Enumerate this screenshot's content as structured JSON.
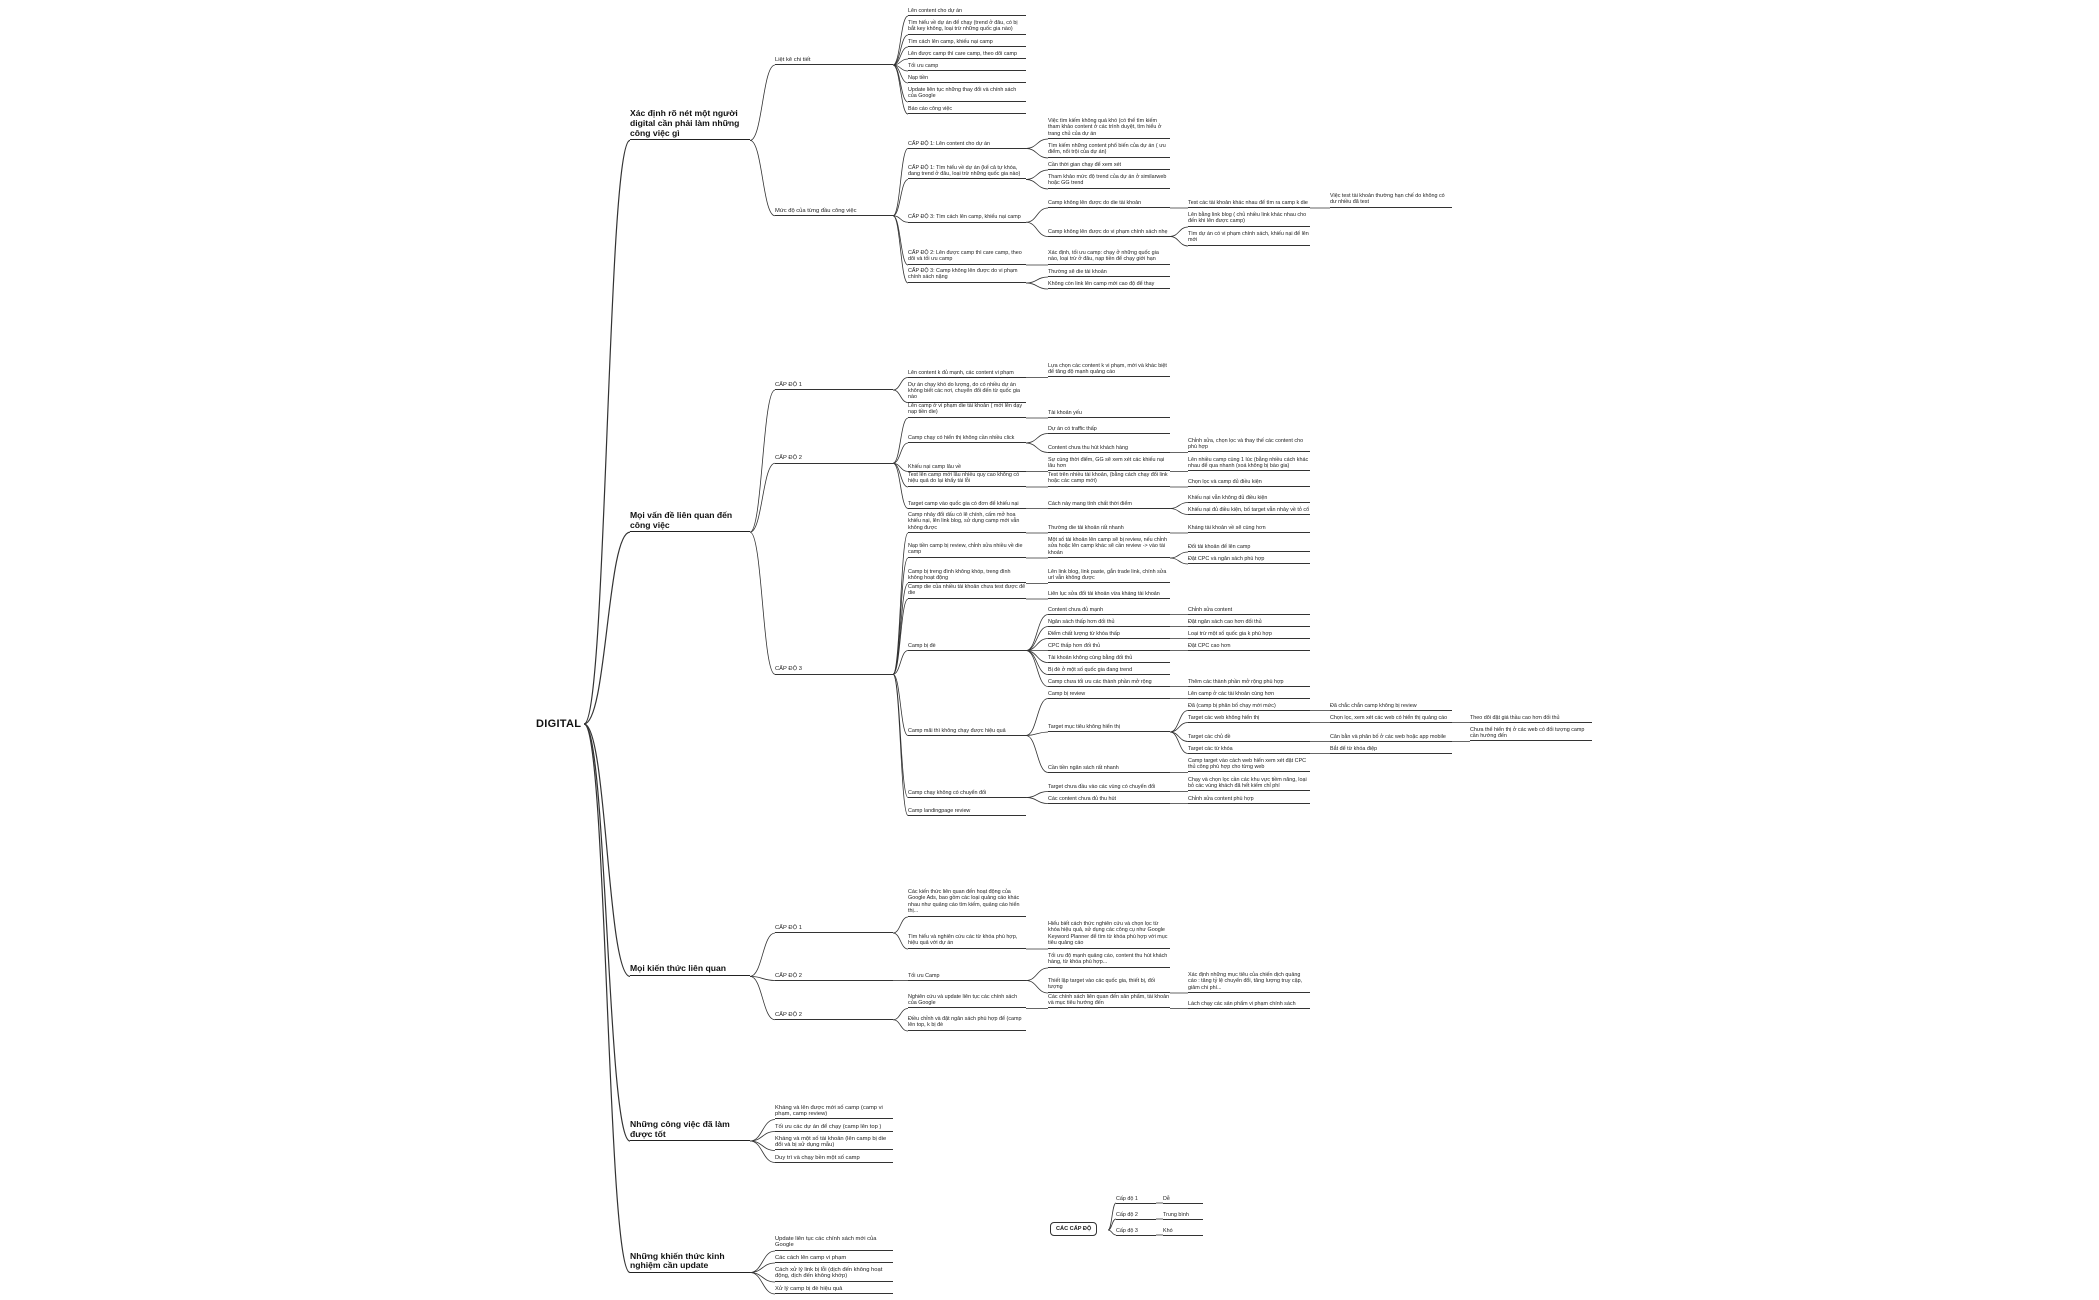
{
  "root": "DIGITAL",
  "legend": {
    "root": "CÁC CẤP ĐỘ",
    "items": [
      {
        "label": "Cấp độ 1",
        "value": "Dễ"
      },
      {
        "label": "Cấp độ 2",
        "value": "Trung bình"
      },
      {
        "label": "Cấp độ 3",
        "value": "Khó"
      }
    ]
  },
  "tree": [
    {
      "t": "Xác định rõ nét một người digital cần phải làm những công việc gì",
      "c": [
        {
          "t": "Liệt kê chi tiết",
          "c": [
            {
              "t": "Lên content cho dự án"
            },
            {
              "t": "Tìm hiểu về dự án để chạy (trend ở đâu, có bị bắt key không, loại trừ những quốc gia nào)"
            },
            {
              "t": "Tìm cách lên camp, khiếu nại camp"
            },
            {
              "t": "Lên được camp thì care camp, theo dõi camp"
            },
            {
              "t": "Tối ưu camp"
            },
            {
              "t": "Nạp tiền"
            },
            {
              "t": "Update liên tục những thay đổi và chính sách của Google"
            },
            {
              "t": "Báo cáo công việc"
            }
          ]
        },
        {
          "t": "Mức độ của từng đầu công việc",
          "c": [
            {
              "t": "CẤP ĐỘ 1: Lên content cho dự án",
              "c": [
                {
                  "t": "Việc tìm kiếm không quá khó (có thể tìm kiếm tham khảo content ở các trình duyệt, tìm hiểu ở trang chủ của dự án"
                },
                {
                  "t": "Tìm kiếm những content phổ biến của dự án ( ưu điểm, nổi trội của dự án)"
                }
              ]
            },
            {
              "t": "CẤP ĐỘ 1: Tìm hiểu về dự án (kể cả tự khóa, đang trend ở đâu, loại trừ những quốc gia nào)",
              "c": [
                {
                  "t": "Cần thời gian chạy để xem xét"
                },
                {
                  "t": "Tham khảo mức độ trend của dự án ở similarweb hoặc GG trend"
                }
              ]
            },
            {
              "t": "CẤP ĐỘ 3: Tìm cách lên camp, khiếu nại camp",
              "c": [
                {
                  "t": "Camp không lên được do die tài khoản",
                  "c": [
                    {
                      "t": "Test các tài khoản khác nhau để tìm ra camp k die",
                      "c": [
                        {
                          "t": "Việc test tài khoản thường hạn chế do không có dư nhiều đã test"
                        }
                      ]
                    }
                  ]
                },
                {
                  "t": "Camp không lên được do vi phạm chính sách nhẹ",
                  "c": [
                    {
                      "t": "Lên bằng link blog ( chủ nhiều link khác nhau cho đến khi lên được camp)"
                    },
                    {
                      "t": "Tìm dự án có vi phạm chính sách, khiếu nại để lên mới"
                    }
                  ]
                }
              ]
            },
            {
              "t": "CẤP ĐỘ 2: Lên được camp thì care camp, theo dõi và tối ưu camp",
              "c": [
                {
                  "t": "Xác định, tối ưu camp: chạy ở những quốc gia nào, loại trừ ở đâu, nạp tiền để chạy giới hạn"
                }
              ]
            },
            {
              "t": "CẤP ĐỘ 3: Camp không lên được do vi phạm chính sách nặng",
              "c": [
                {
                  "t": "Thường sẽ die tài khoản"
                },
                {
                  "t": "Không còn link lên camp mới cao độ để thay"
                }
              ]
            }
          ]
        }
      ]
    },
    {
      "t": "Mọi vấn đề liên quan đến công việc",
      "c": [
        {
          "t": "CẤP ĐỘ 1",
          "c": [
            {
              "t": "Lên content k đủ mạnh, các content vi phạm",
              "c": [
                {
                  "t": "Lựa chọn các content k vi phạm, mới và khác biệt để tăng độ mạnh quảng cáo"
                }
              ]
            },
            {
              "t": "Dự án chạy khó do lượng, do có nhiều dự án không biết các nơi, chuyển đổi đến từ quốc gia nào"
            }
          ]
        },
        {
          "t": "CẤP ĐỘ 2",
          "c": [
            {
              "t": "Lên camp ở vi phạm die tài khoản ( mới lên dạy nạp tiền die)",
              "c": [
                {
                  "t": "Tài khoản yếu"
                }
              ]
            },
            {
              "t": "Camp chạy có hiển thị không cần nhiều click",
              "c": [
                {
                  "t": "Dự án có traffic thấp"
                },
                {
                  "t": "Content chưa thu hút khách hàng",
                  "c": [
                    {
                      "t": "Chỉnh sửa, chọn lọc và thay thế các content cho phù hợp"
                    }
                  ]
                }
              ]
            },
            {
              "t": "Khiếu nại camp lâu về",
              "c": [
                {
                  "t": "Sự cùng thời điểm, GG sẽ xem xét các khiếu nại lâu hơn",
                  "c": [
                    {
                      "t": "Lên nhiều camp cùng 1 lúc (bằng nhiều cách khác nhau để qua nhanh (xoá không bị bào gia)"
                    }
                  ]
                }
              ]
            },
            {
              "t": "Test lên camp mới lâu nhiều quy cao không có hiệu quả do lại khẩy tài lỗi",
              "c": [
                {
                  "t": "Test trên nhiều tài khoản, (bằng cách chạy đổi link hoặc các camp mới)",
                  "c": [
                    {
                      "t": "Chọn lọc và camp đủ điều kiện"
                    }
                  ]
                }
              ]
            },
            {
              "t": "Target camp vào quốc gia có đơn để khiếu nại",
              "c": [
                {
                  "t": "Cách này mang tính chất thời điểm",
                  "c": [
                    {
                      "t": "Khiếu nại vẫn không đủ điều kiện"
                    },
                    {
                      "t": "Khiếu nại đủ điều kiện, bố target vẫn nhảy về tỏ cổ"
                    }
                  ]
                }
              ]
            }
          ]
        },
        {
          "t": "CẤP ĐỘ 3",
          "c": [
            {
              "t": "Camp nhảy đổi dấu có lẽ chính, cấm mở hoa khiếu nại, lên link blog, sử dụng camp mới vẫn không được",
              "c": [
                {
                  "t": "Thường die tài khoản rất nhanh",
                  "c": [
                    {
                      "t": "Kháng tài khoản về sẽ cùng hơn"
                    }
                  ]
                }
              ]
            },
            {
              "t": "Nạp tiền camp bị review, chỉnh sửa nhiều về die camp",
              "c": [
                {
                  "t": "Một số tài khoản lên camp sẽ bị review, nếu chỉnh sửa hoặc lên camp khác sẽ cần review -> vào tài khoản",
                  "c": [
                    {
                      "t": "Đổi tài khoản để lên camp"
                    },
                    {
                      "t": "Đặt CPC và ngân sách phù hợp"
                    }
                  ]
                }
              ]
            },
            {
              "t": "Camp bị treng đình không khóp, treng đình không hoạt động",
              "c": [
                {
                  "t": "Lên link blog, link paste, gắn trade link, chính sửa url vẫn không được"
                }
              ]
            },
            {
              "t": "Camp die của nhiều tài khoản chưa test được để die",
              "c": [
                {
                  "t": "Liên lục sửa đổi tài khoản vừa kháng tài khoản"
                }
              ]
            },
            {
              "t": "Camp bị đè",
              "c": [
                {
                  "t": "Content chưa đủ mạnh",
                  "c": [
                    {
                      "t": "Chỉnh sửa content"
                    }
                  ]
                },
                {
                  "t": "Ngân sách thấp hơn đối thủ",
                  "c": [
                    {
                      "t": "Đặt ngân sách cao hơn đối thủ"
                    }
                  ]
                },
                {
                  "t": "Điểm chất lượng từ khóa thấp",
                  "c": [
                    {
                      "t": "Loại trừ một số quốc gia k phù hợp"
                    }
                  ]
                },
                {
                  "t": "CPC thấp hơn đối thủ",
                  "c": [
                    {
                      "t": "Đặt CPC cao hơn"
                    }
                  ]
                },
                {
                  "t": "Tài khoản không cùng bằng đối thủ"
                },
                {
                  "t": "Bị đè ở một số quốc gia đang trend"
                },
                {
                  "t": "Camp chưa tối ưu các thành phần mở rộng",
                  "c": [
                    {
                      "t": "Thêm các thành phần mở rộng phù hợp"
                    }
                  ]
                }
              ]
            },
            {
              "t": "Camp mãi thì không chạy được hiệu quả",
              "c": [
                {
                  "t": "Camp bị review",
                  "c": [
                    {
                      "t": "Lên camp ở các tài khoản cùng hơn"
                    }
                  ]
                },
                {
                  "t": "Target mục tiêu không hiển thị",
                  "c": [
                    {
                      "t": "Đã (camp bị phân bố chạy mới mức)",
                      "c": [
                        {
                          "t": "Đã chắc chắn camp không bị review"
                        }
                      ]
                    },
                    {
                      "t": "Target các web không hiển thị",
                      "c": [
                        {
                          "t": "Chọn lọc, xem xét các web có hiển thị quảng cáo",
                          "c": [
                            {
                              "t": "Theo dõi đặt giá thầu cao hơn đối thủ"
                            }
                          ]
                        }
                      ]
                    },
                    {
                      "t": "Target các chủ đề",
                      "c": [
                        {
                          "t": "Cân bằn và phân bố ở các web hoặc app mobile",
                          "c": [
                            {
                              "t": "Chưa thể hiển thị ở các web có đối tượng camp cần hướng đến"
                            }
                          ]
                        }
                      ]
                    },
                    {
                      "t": "Target các từ khóa",
                      "c": [
                        {
                          "t": "Bắt để từ khóa điệp"
                        }
                      ]
                    }
                  ]
                },
                {
                  "t": "Cần tiền ngân sách rất nhanh",
                  "c": [
                    {
                      "t": "Camp target vào cách web hiển xem xét đặt CPC thủ công phù hợp cho từng web"
                    }
                  ]
                }
              ]
            },
            {
              "t": "Camp chạy không có chuyển đổi",
              "c": [
                {
                  "t": "Target chưa đầu vào các vùng có chuyển đổi",
                  "c": [
                    {
                      "t": "Chạy và chọn lọc cần các khu vực tiềm năng, loại bỏ các vùng khách đã hết kiếm chỉ phí"
                    }
                  ]
                },
                {
                  "t": "Các content chưa đủ thu hút",
                  "c": [
                    {
                      "t": "Chỉnh sửa content phù hợp"
                    }
                  ]
                }
              ]
            },
            {
              "t": "Camp landingpage review"
            }
          ]
        }
      ]
    },
    {
      "t": "Mọi kiến thức liên quan",
      "c": [
        {
          "t": "CẤP ĐỘ 1",
          "c": [
            {
              "t": "Các kiến thức liên quan đến hoạt động của Google Ads, bao gồm các loại quảng cáo khác nhau như quảng cáo tìm kiếm, quảng cáo hiển thị..."
            },
            {
              "t": "Tìm hiểu và nghiên cứu các từ khóa phù hợp, hiệu quả với dự án",
              "c": [
                {
                  "t": "Hiểu biết cách thức nghiên cứu và chọn lọc từ khóa hiệu quả, sử dụng các công cụ như Google Keyword Planner để tìm từ khóa phù hợp với mục tiêu quảng cáo"
                }
              ]
            }
          ]
        },
        {
          "t": "CẤP ĐỘ 2",
          "c": [
            {
              "t": "Tối ưu Camp",
              "c": [
                {
                  "t": "Tối ưu độ mạnh quảng cáo, content thu hút khách hàng, từ khóa phù hợp..."
                },
                {
                  "t": "Thiết lập target vào các quốc gia, thiết bị, đối tượng",
                  "c": [
                    {
                      "t": "Xác định những mục tiêu của chiến dịch quảng cáo : tăng tỷ lệ chuyển đổi, tăng lượng truy cập, giảm chi phí..."
                    }
                  ]
                }
              ]
            }
          ]
        },
        {
          "t": "CẤP ĐỘ 2",
          "c": [
            {
              "t": "Nghiên cứu và update liên tục các chính sách của Google",
              "c": [
                {
                  "t": "Các chính sách liên quan đến sản phẩm, tài khoản và mục tiêu hướng đến",
                  "c": [
                    {
                      "t": "Lách chạy các sản phẩm vi phạm chính sách"
                    }
                  ]
                }
              ]
            },
            {
              "t": "Điều chỉnh và đặt ngân sách phù hợp để (camp lên top, k bị đè"
            }
          ]
        }
      ]
    },
    {
      "t": "Những công việc đã làm được tốt",
      "c": [
        {
          "t": "Kháng và lên được mới số camp (camp vi phạm, camp review)"
        },
        {
          "t": "Tối ưu các dự án để chạy (camp lên top )"
        },
        {
          "t": "Kháng và một số tài khoản (lên camp bị die đổi và bị sử dụng mẫu)"
        },
        {
          "t": "Duy trì và chạy bền một số camp"
        }
      ]
    },
    {
      "t": "Những khiến thức kinh nghiệm cần update",
      "c": [
        {
          "t": "Update liên tục các chính sách mới của Google"
        },
        {
          "t": "Các cách lên camp vi phạm"
        },
        {
          "t": "Cách xử lý link bị lỗi (dịch đến không hoạt động, dịch đến không khớp)"
        },
        {
          "t": "Xử lý camp bị đè hiệu quả"
        }
      ]
    }
  ]
}
